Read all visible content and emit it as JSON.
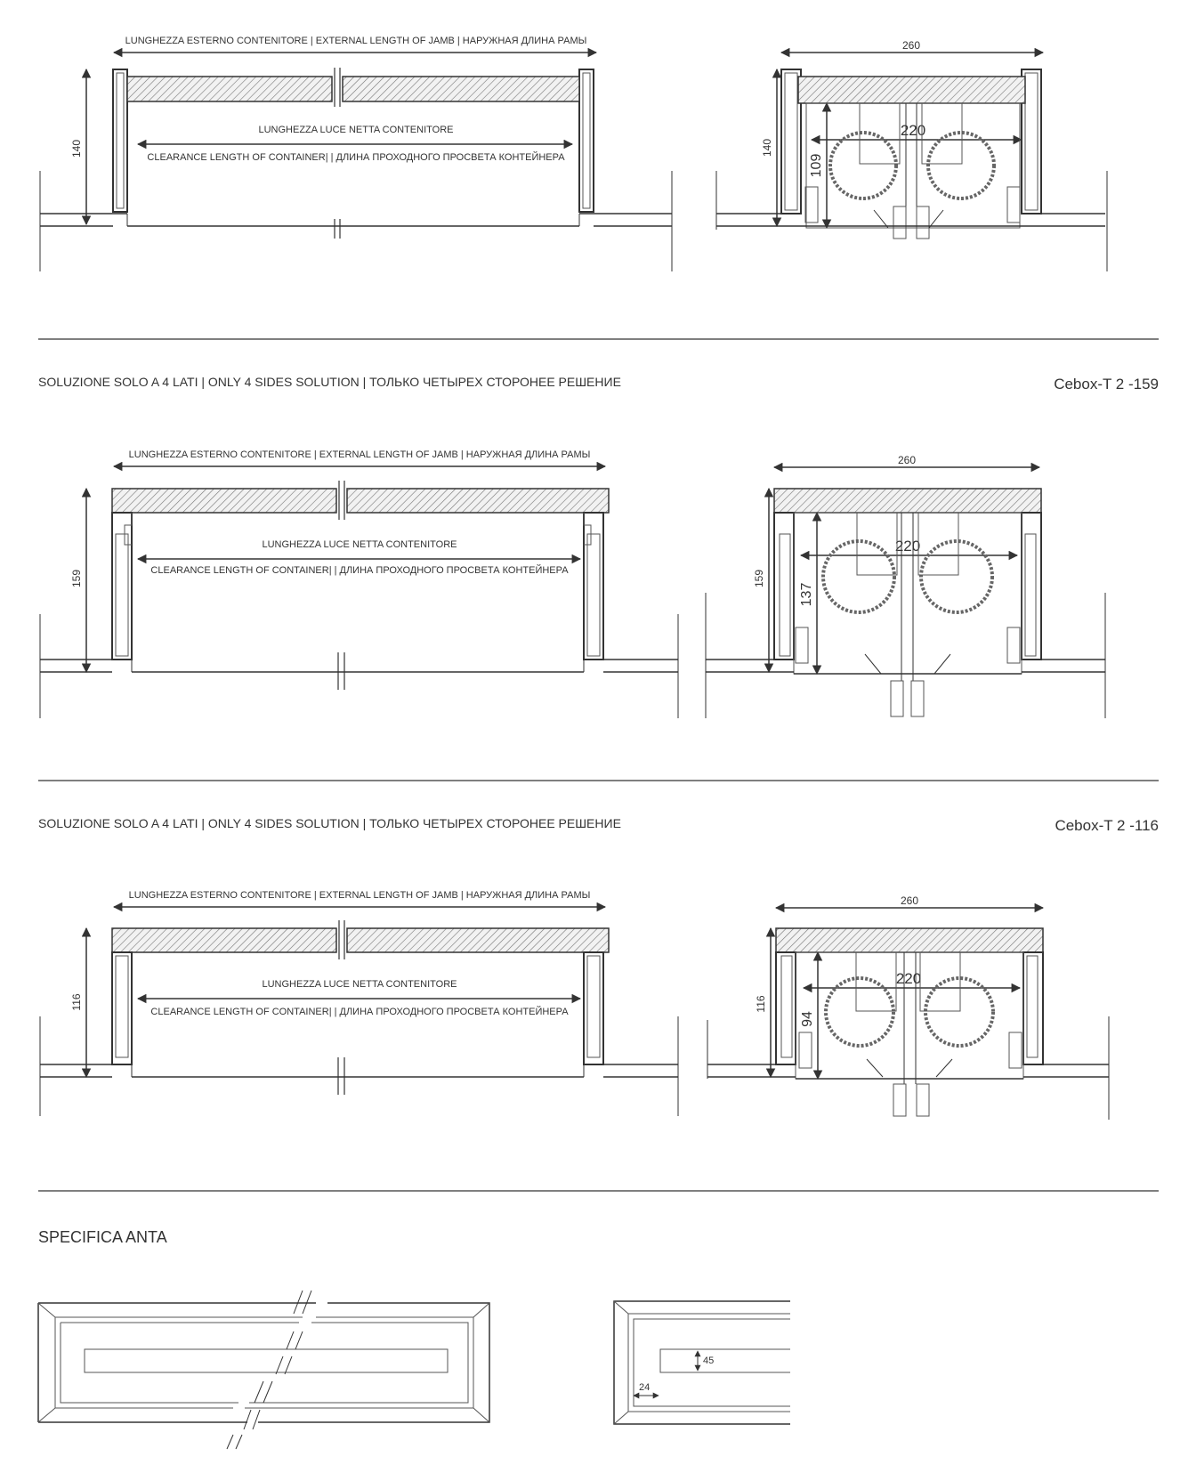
{
  "sections": [
    {
      "id": "s140",
      "title": "",
      "model": "",
      "height": "140",
      "side_height": "140",
      "inner_height": "109",
      "width_outer": "260",
      "width_inner": "220",
      "label_ext": "LUNGHEZZA ESTERNO CONTENITORE | EXTERNAL LENGTH OF JAMB | НАРУЖНАЯ ДЛИНА РАМЫ",
      "label_int_1": "LUNGHEZZA LUCE NETTA CONTENITORE",
      "label_int_2": "CLEARANCE LENGTH OF CONTAINER| | ДЛИНА ПРОХОДНОГО ПРОСВЕТА КОНТЕЙНЕРА"
    },
    {
      "id": "s159",
      "title": "SOLUZIONE SOLO A 4 LATI | ONLY 4 SIDES SOLUTION | ТОЛЬКО ЧЕТЫРЕХ СТОРОНЕЕ РЕШЕНИЕ",
      "model": "Cebox-T 2 -159",
      "height": "159",
      "side_height": "159",
      "inner_height": "137",
      "width_outer": "260",
      "width_inner": "220",
      "label_ext": "LUNGHEZZA ESTERNO CONTENITORE | EXTERNAL LENGTH OF JAMB | НАРУЖНАЯ ДЛИНА РАМЫ",
      "label_int_1": "LUNGHEZZA LUCE NETTA CONTENITORE",
      "label_int_2": "CLEARANCE LENGTH OF CONTAINER| | ДЛИНА ПРОХОДНОГО ПРОСВЕТА КОНТЕЙНЕРА"
    },
    {
      "id": "s116",
      "title": "SOLUZIONE SOLO A 4 LATI | ONLY 4 SIDES SOLUTION | ТОЛЬКО ЧЕТЫРЕХ СТОРОНЕЕ РЕШЕНИЕ",
      "model": "Cebox-T 2 -116",
      "height": "116",
      "side_height": "116",
      "inner_height": "94",
      "width_outer": "260",
      "width_inner": "220",
      "label_ext": "LUNGHEZZA ESTERNO CONTENITORE | EXTERNAL LENGTH OF JAMB | НАРУЖНАЯ ДЛИНА РАМЫ",
      "label_int_1": "LUNGHEZZA LUCE NETTA CONTENITORE",
      "label_int_2": "CLEARANCE LENGTH OF CONTAINER| | ДЛИНА ПРОХОДНОГО ПРОСВЕТА КОНТЕЙНЕРА"
    }
  ],
  "door_spec": {
    "title": "SPECIFICA ANTA",
    "dim_slot": "45",
    "dim_border": "24"
  },
  "colors": {
    "line": "#333333",
    "hatch": "#777777",
    "background": "#ffffff"
  }
}
